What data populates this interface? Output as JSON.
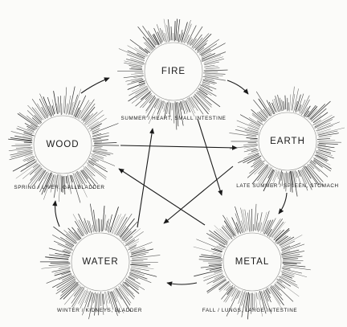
{
  "elements": [
    {
      "id": "fire",
      "name": "FIRE",
      "caption": "SUMMER / HEART, SMALL INTESTINE"
    },
    {
      "id": "earth",
      "name": "EARTH",
      "caption": "LATE SUMMER / SPLEEN, STOMACH"
    },
    {
      "id": "metal",
      "name": "METAL",
      "caption": "FALL / LUNGS, LARGE INTESTINE"
    },
    {
      "id": "water",
      "name": "WATER",
      "caption": "WINTER / KIDNEYS, BLADDER"
    },
    {
      "id": "wood",
      "name": "WOOD",
      "caption": "SPRING / LIVER, GALLBLADDER"
    }
  ],
  "generating_cycle": [
    "wood->fire",
    "fire->earth",
    "earth->metal",
    "metal->water",
    "water->wood"
  ],
  "controlling_cycle": [
    "wood->earth",
    "earth->water",
    "water->fire",
    "fire->metal",
    "metal->wood"
  ],
  "colors": {
    "ink": "#1a1a1a",
    "background": "#fbfbf9"
  }
}
